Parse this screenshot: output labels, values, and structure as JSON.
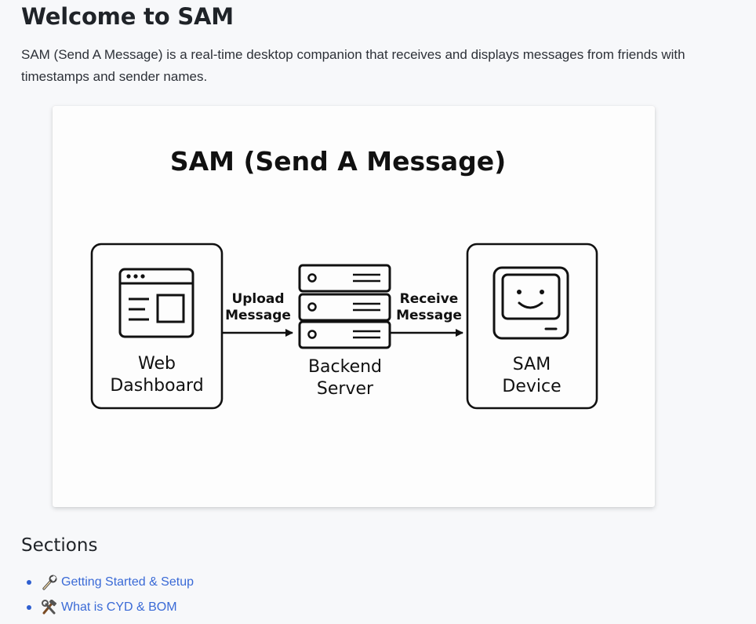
{
  "page": {
    "title": "Welcome to SAM",
    "intro": "SAM (Send A Message) is a real-time desktop companion that receives and displays messages from friends with timestamps and sender names."
  },
  "diagram": {
    "title": "SAM (Send A Message)",
    "web_dashboard": [
      "Web",
      "Dashboard"
    ],
    "backend_server": [
      "Backend",
      "Server"
    ],
    "sam_device": [
      "SAM",
      "Device"
    ],
    "arrow_upload": [
      "Upload",
      "Message"
    ],
    "arrow_receive": [
      "Receive",
      "Message"
    ]
  },
  "sections": {
    "heading": "Sections",
    "items": [
      {
        "icon": "wrench-icon",
        "label": "Getting Started & Setup"
      },
      {
        "icon": "hammer-and-wrench-icon",
        "label": "What is CYD & BOM"
      }
    ]
  },
  "colors": {
    "link": "#3a6ad6",
    "bullet": "#2f5fd0",
    "heading": "#1f2328",
    "diagram_stroke": "#111111"
  }
}
